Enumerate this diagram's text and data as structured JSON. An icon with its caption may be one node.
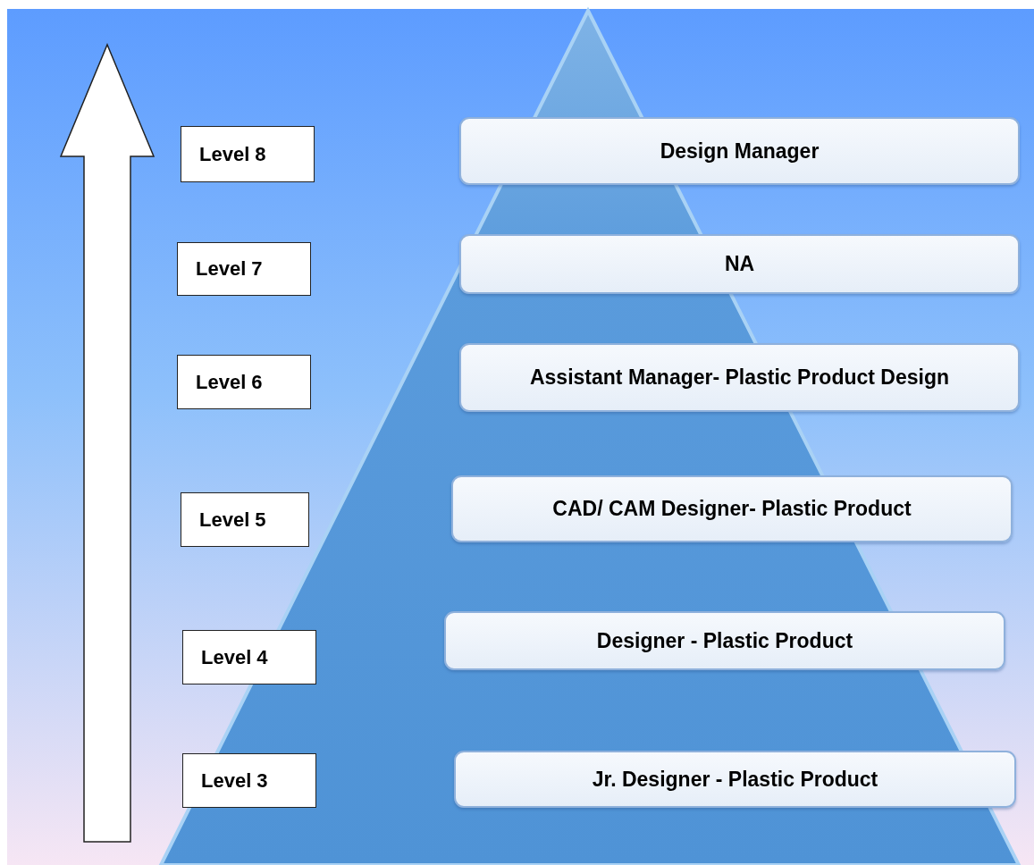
{
  "diagram": {
    "nodes": [
      {
        "text": [
          "Level 8"
        ]
      },
      {
        "text": [
          "Design Manager"
        ]
      },
      {
        "text": [
          "Level 7"
        ]
      },
      {
        "text": [
          "NA"
        ]
      },
      {
        "text": [
          "Level 6"
        ]
      },
      {
        "text": [
          "Assistant Manager- Plastic Product Design"
        ]
      },
      {
        "text": [
          "Level 5"
        ]
      },
      {
        "text": [
          "CAD/ CAM Designer- Plastic Product"
        ]
      },
      {
        "text": [
          "Level 4"
        ]
      },
      {
        "text": [
          "Designer - Plastic Product"
        ]
      },
      {
        "text": [
          "Level 3"
        ]
      },
      {
        "text": [
          "Jr. Designer - Plastic Product"
        ]
      }
    ]
  }
}
